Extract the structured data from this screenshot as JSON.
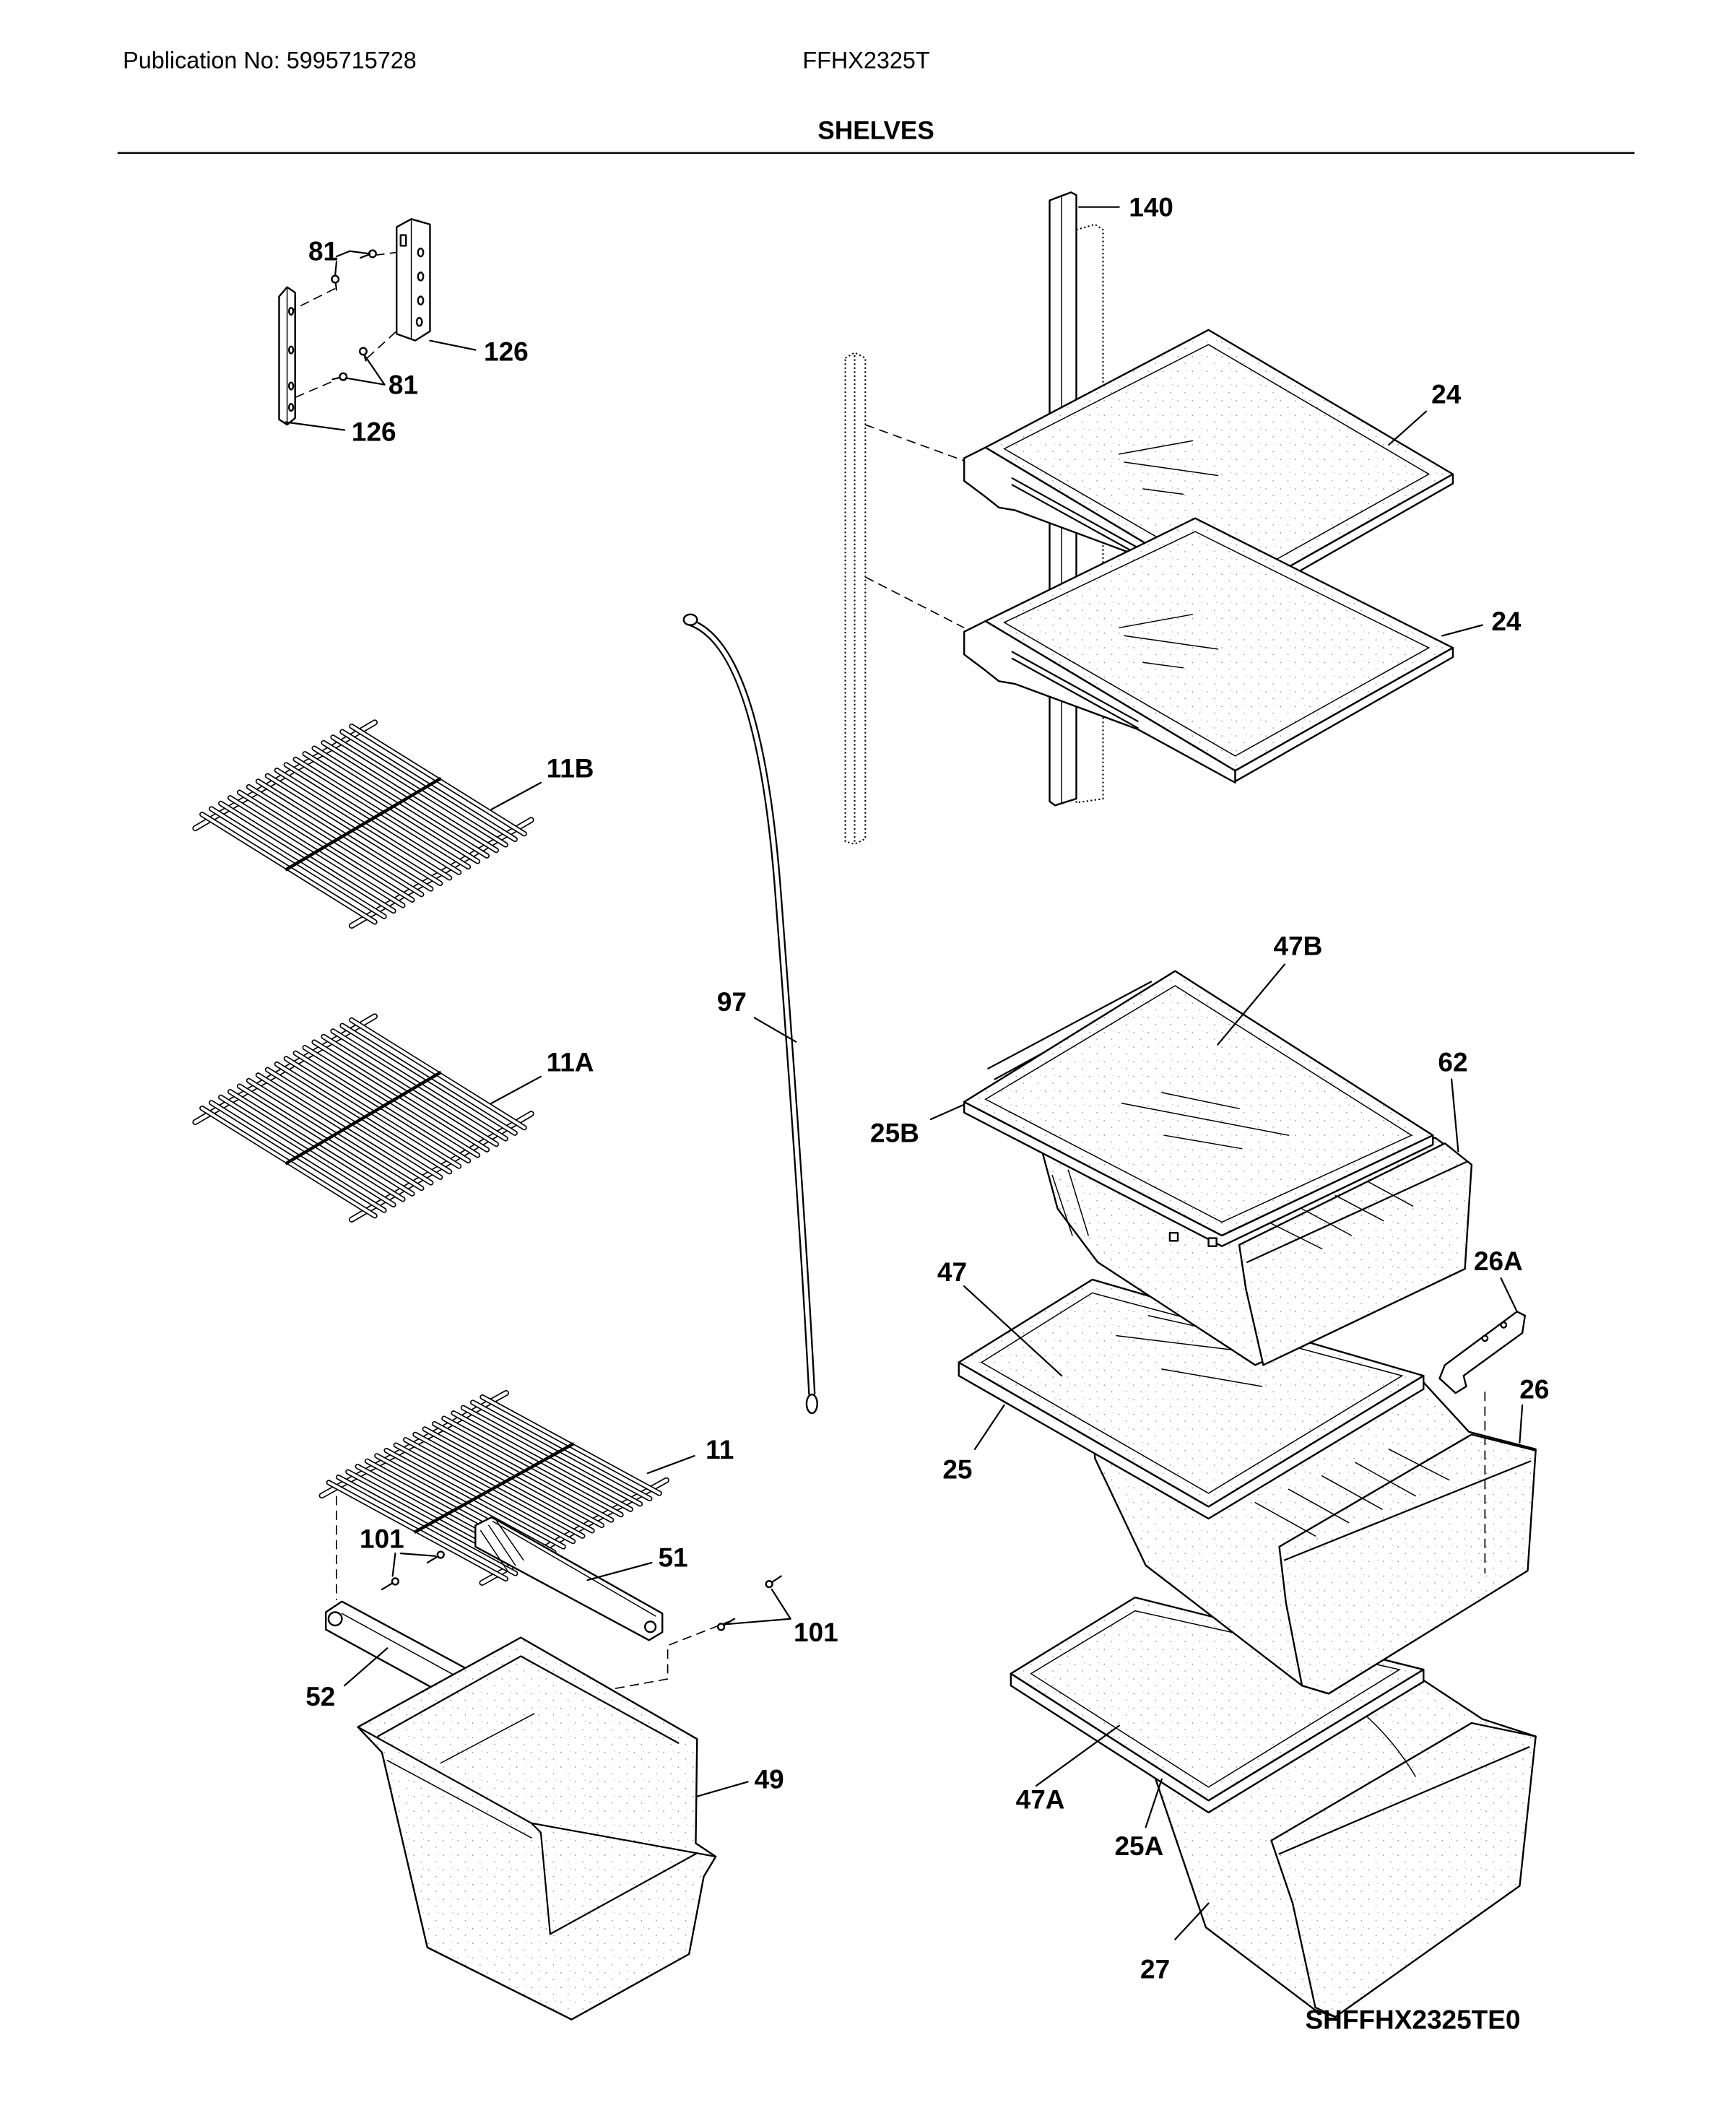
{
  "header": {
    "publication": "Publication No: 5995715728",
    "model": "FFHX2325T",
    "title": "SHELVES"
  },
  "callouts": [
    "140",
    "81",
    "126",
    "81",
    "126",
    "24",
    "24",
    "11B",
    "97",
    "47B",
    "11A",
    "62",
    "25B",
    "47",
    "26A",
    "26",
    "11",
    "25",
    "101",
    "51",
    "101",
    "52",
    "49",
    "47A",
    "25A",
    "27"
  ],
  "diagram_id": "SHFFHX2325TE0"
}
